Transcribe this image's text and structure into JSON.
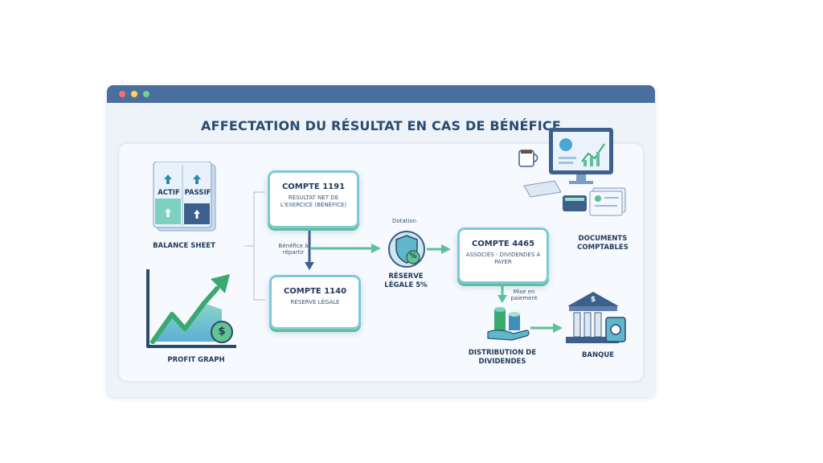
{
  "title": "AFFECTATION DU RÉSULTAT EN CAS DE BÉNÉFICE",
  "balance_sheet": {
    "actif": "ACTIF",
    "passif": "PASSIF",
    "label": "BALANCE SHEET"
  },
  "profit_graph": {
    "label": "PROFIT GRAPH",
    "currency_symbol": "$"
  },
  "compte_1191": {
    "title": "COMPTE 1191",
    "subtitle": "RÉSULTAT NET DE L'EXERCICE (BÉNÉFICE)"
  },
  "compte_1140": {
    "title": "COMPTE 1140",
    "subtitle": "RÉSERVE LÉGALE"
  },
  "benefice_label": "Bénéfice à répartir",
  "dotation_label": "Dotation",
  "reserve": {
    "label": "RÉSERVE LÉGALE 5%",
    "symbol": "%"
  },
  "compte_4465": {
    "title": "COMPTE 4465",
    "subtitle": "ASSOCIÉS - DIVIDENDES À PAYER"
  },
  "documents_label": "DOCUMENTS COMPTABLES",
  "mise_label": "Mise en paiement",
  "distribution_label": "DISTRIBUTION DE DIVIDENDES",
  "banque": {
    "label": "BANQUE",
    "symbol": "$"
  },
  "colors": {
    "accent": "#7ec9d8",
    "green": "#5fbf9a",
    "navy": "#2a4a70",
    "titlebar": "#4a6f9e"
  }
}
